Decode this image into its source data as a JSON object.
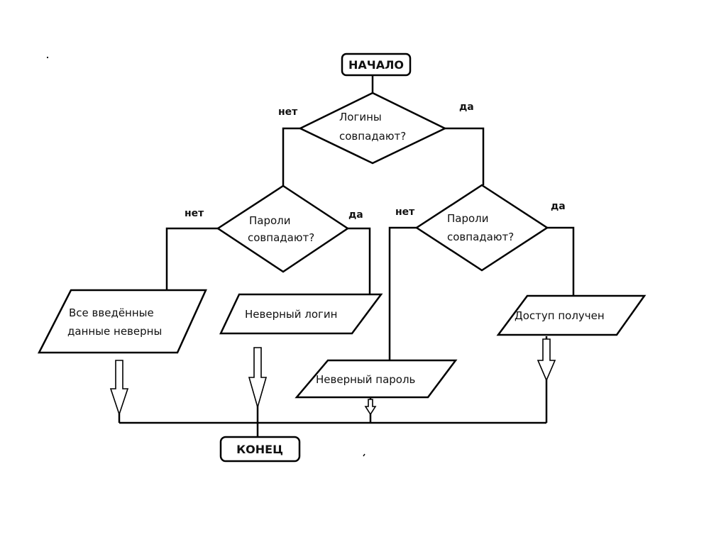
{
  "diagram": {
    "type": "flowchart",
    "language": "ru",
    "nodes": {
      "start": {
        "type": "terminal",
        "label": "НАЧАЛО"
      },
      "check_login": {
        "type": "decision",
        "lines": [
          "Логины",
          "совпадают?"
        ]
      },
      "check_pass_left": {
        "type": "decision",
        "lines": [
          "Пароли",
          "совпадают?"
        ]
      },
      "check_pass_right": {
        "type": "decision",
        "lines": [
          "Пароли",
          "совпадают?"
        ]
      },
      "all_wrong": {
        "type": "io",
        "lines": [
          "Все введённые",
          "данные неверны"
        ]
      },
      "wrong_login": {
        "type": "io",
        "lines": [
          "Неверный логин"
        ]
      },
      "wrong_password": {
        "type": "io",
        "lines": [
          "Неверный пароль"
        ]
      },
      "access_granted": {
        "type": "io",
        "lines": [
          "Доступ получен"
        ]
      },
      "end": {
        "type": "terminal",
        "label": "КОНЕЦ"
      }
    },
    "edge_labels": {
      "login_no": "нет",
      "login_yes": "да",
      "pass_left_no": "нет",
      "pass_left_yes": "да",
      "pass_right_no": "нет",
      "pass_right_yes": "да"
    },
    "edges": [
      {
        "from": "start",
        "to": "check_login"
      },
      {
        "from": "check_login",
        "to": "check_pass_left",
        "label": "нет"
      },
      {
        "from": "check_login",
        "to": "check_pass_right",
        "label": "да"
      },
      {
        "from": "check_pass_left",
        "to": "all_wrong",
        "label": "нет"
      },
      {
        "from": "check_pass_left",
        "to": "wrong_login",
        "label": "да"
      },
      {
        "from": "check_pass_right",
        "to": "wrong_password",
        "label": "нет"
      },
      {
        "from": "check_pass_right",
        "to": "access_granted",
        "label": "да"
      },
      {
        "from": "all_wrong",
        "to": "end"
      },
      {
        "from": "wrong_login",
        "to": "end"
      },
      {
        "from": "wrong_password",
        "to": "end"
      },
      {
        "from": "access_granted",
        "to": "end"
      }
    ]
  }
}
